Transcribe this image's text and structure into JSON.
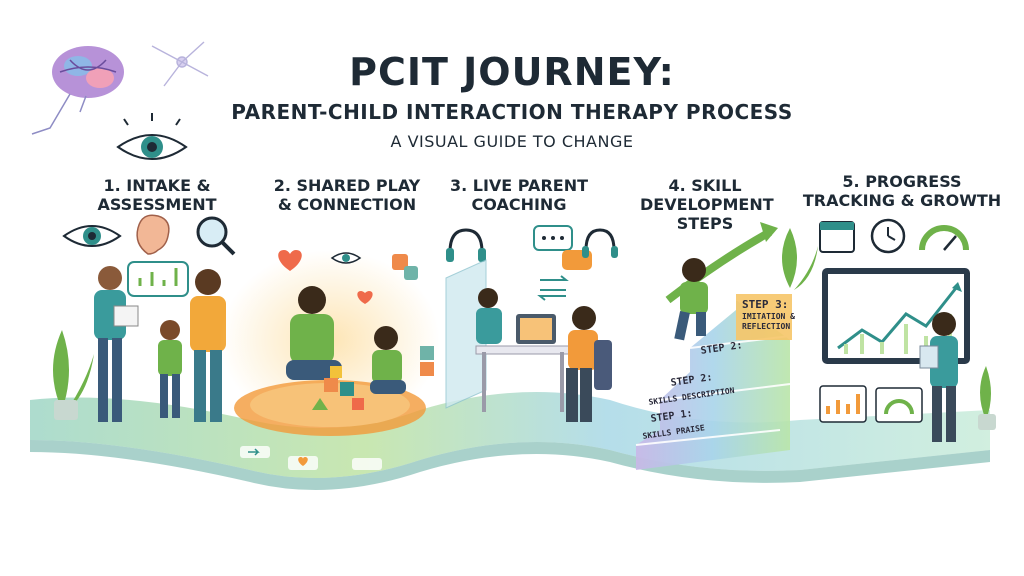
{
  "header": {
    "title": "PCIT JOURNEY:",
    "subtitle": "PARENT-CHILD INTERACTION THERAPY PROCESS",
    "tagline": "A VISUAL GUIDE TO CHANGE"
  },
  "steps": [
    {
      "label": "1. INTAKE &\nASSESSMENT"
    },
    {
      "label": "2. SHARED PLAY\n& CONNECTION"
    },
    {
      "label": "3. LIVE PARENT\nCOACHING"
    },
    {
      "label": "4. SKILL\nDEVELOPMENT\nSTEPS"
    },
    {
      "label": "5. PROGRESS\nTRACKING & GROWTH"
    }
  ],
  "stairs": {
    "step3_title": "STEP 3:",
    "step3_desc": "IMITATION &\nREFLECTION",
    "step2_title": "STEP 2:",
    "step2_desc": "SKILLS DESCRIPTION",
    "step1_title": "STEP 1:",
    "step1_desc": "SKILLS PRAISE"
  },
  "colors": {
    "accent_teal": "#2f8f8a",
    "accent_orange": "#f29a3a",
    "accent_green": "#6fb24a",
    "text_dark": "#1e2a35"
  },
  "icons": [
    "brain-icon",
    "eye-icon",
    "ear-icon",
    "magnifier-icon",
    "heart-icon",
    "headset-icon",
    "chat-icon",
    "calendar-icon",
    "clock-icon",
    "gauge-icon",
    "chart-icon"
  ]
}
